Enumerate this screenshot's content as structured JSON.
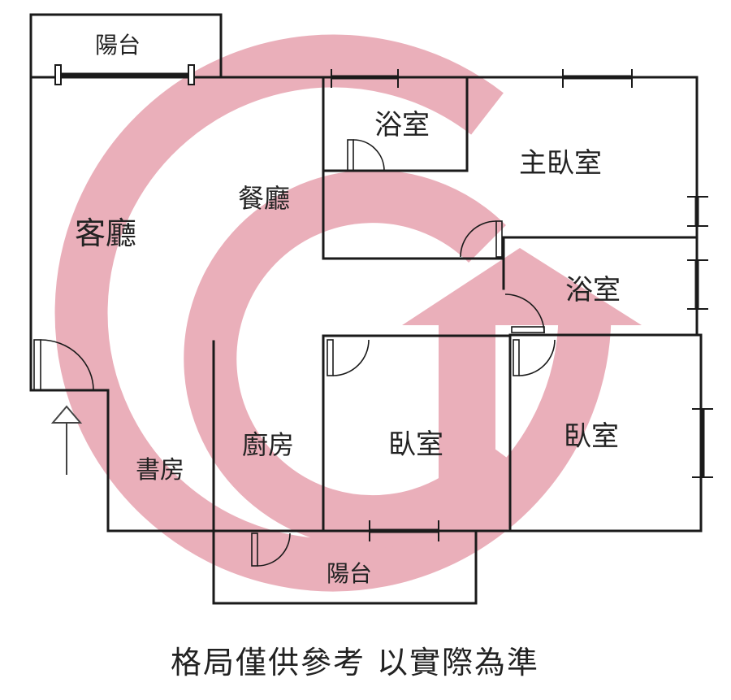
{
  "rooms": {
    "balcony_top": "陽台",
    "bathroom_1": "浴室",
    "master_bedroom": "主臥室",
    "dining": "餐廳",
    "living": "客廳",
    "bathroom_2": "浴室",
    "study": "書房",
    "kitchen": "廚房",
    "bedroom_1": "臥室",
    "bedroom_2": "臥室",
    "balcony_bottom": "陽台"
  },
  "caption": "格局僅供參考 以實際為準",
  "colors": {
    "watermark": "#e8a7b3",
    "wall": "#1a1a1a"
  }
}
